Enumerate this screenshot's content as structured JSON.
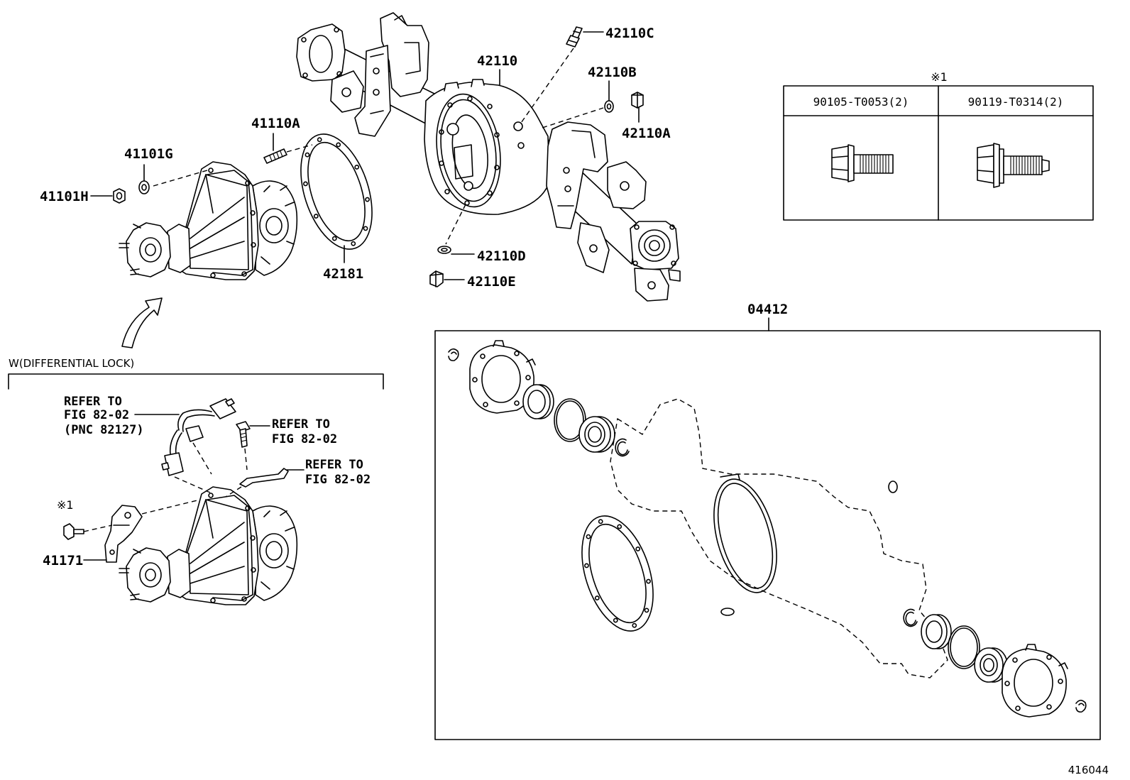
{
  "page": {
    "background": "#ffffff",
    "line_color": "#000000"
  },
  "callouts": {
    "housing": "42110",
    "housing_top_part": "42110C",
    "housing_washer_upper": "42110B",
    "housing_plug_upper": "42110A",
    "housing_washer_lower": "42110D",
    "housing_plug_lower": "42110E",
    "carrier_stud": "41110A",
    "carrier_washer": "41101G",
    "carrier_nut": "41101H",
    "carrier_gasket": "42181",
    "gasket_kit": "04412"
  },
  "note_table": {
    "mark": "※1",
    "columns": [
      "90105-T0053(2)",
      "90119-T0314(2)"
    ]
  },
  "diff_lock_section": {
    "heading": "W(DIFFERENTIAL LOCK)",
    "harness_reference": [
      "REFER TO",
      "FIG 82-02",
      "(PNC 82127)"
    ],
    "bolt_reference": [
      "REFER TO",
      "FIG 82-02"
    ],
    "switch_reference": [
      "REFER TO",
      "FIG 82-02"
    ],
    "bolt_mark": "※1",
    "bracket_callout": "41171"
  },
  "figure_id": "416044"
}
